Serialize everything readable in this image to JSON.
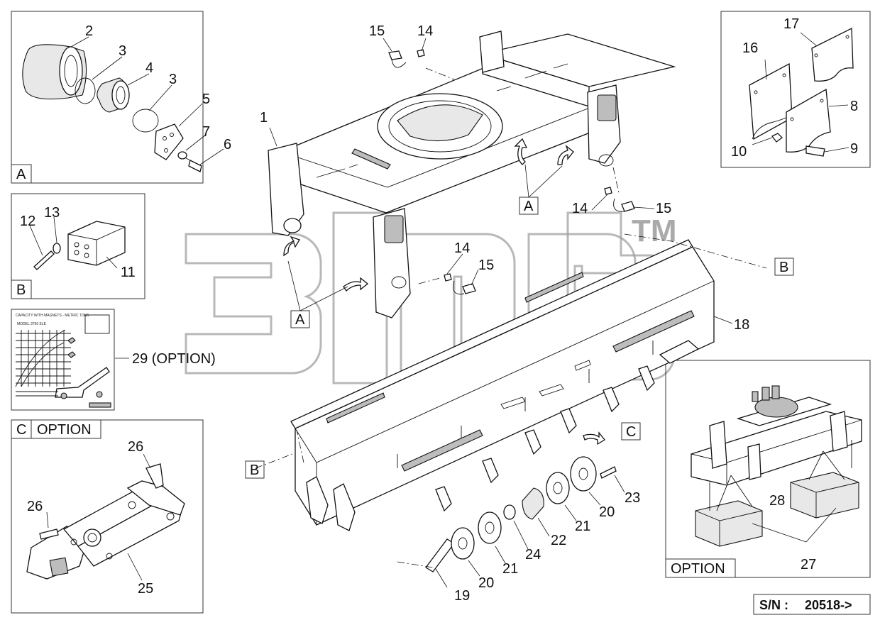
{
  "serial": {
    "label": "S/N :",
    "value": "20518->"
  },
  "inset_labels": {
    "a": "A",
    "b": "B",
    "c": "C",
    "c_option": "OPTION",
    "option_bottom": "OPTION"
  },
  "callouts": {
    "n1": "1",
    "n2": "2",
    "n3a": "3",
    "n3b": "3",
    "n4": "4",
    "n5": "5",
    "n6": "6",
    "n7": "7",
    "n8": "8",
    "n9": "9",
    "n10": "10",
    "n11": "11",
    "n12": "12",
    "n13": "13",
    "n14a": "14",
    "n14b": "14",
    "n14c": "14",
    "n15a": "15",
    "n15b": "15",
    "n15c": "15",
    "n16": "16",
    "n17": "17",
    "n18": "18",
    "n19": "19",
    "n20a": "20",
    "n20b": "20",
    "n21a": "21",
    "n21b": "21",
    "n22": "22",
    "n23": "23",
    "n24": "24",
    "n25": "25",
    "n26a": "26",
    "n26b": "26",
    "n27": "27",
    "n28": "28",
    "n29": "29 (OPTION)"
  },
  "view_refs": {
    "a1": "A",
    "a2": "A",
    "b1": "B",
    "b2": "B",
    "c1": "C"
  },
  "capacity_chart": {
    "title": "CAPACITY WITH MAGNETS - METRIC TONS",
    "model": "MODEL 3750 ELE"
  },
  "watermark": {
    "tm": "TM"
  }
}
